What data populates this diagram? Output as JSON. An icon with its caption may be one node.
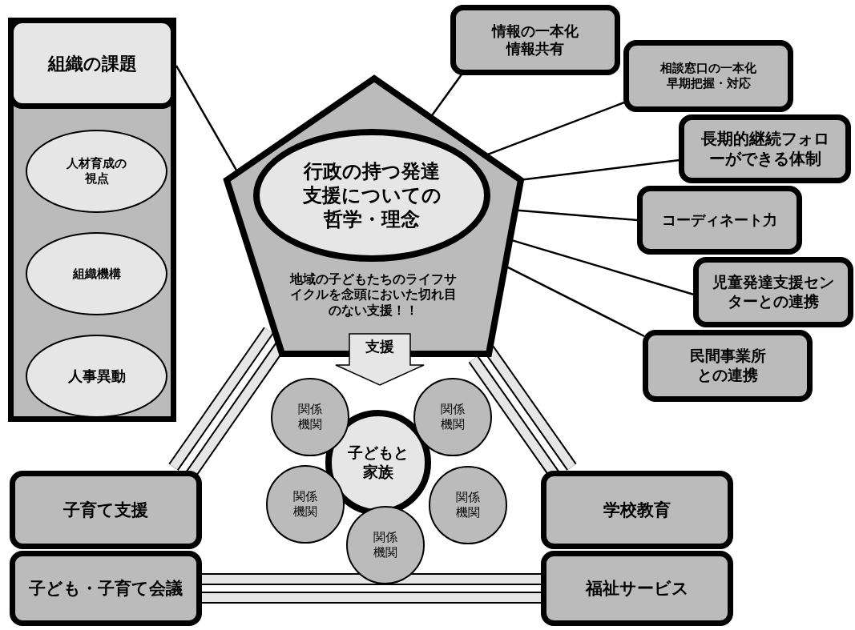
{
  "diagram": {
    "nodes": [
      {
        "text": [
          "組織の課題"
        ]
      },
      {
        "text": [
          "人材育成の視点"
        ],
        "in": 0
      },
      {
        "text": [
          "組織機構"
        ],
        "in": 0
      },
      {
        "text": [
          "人事異動"
        ],
        "in": 0
      },
      {
        "text": [
          "地域の子どもたちのライフサイクルを念頭においた切れ目のない支援！！"
        ]
      },
      {
        "text": [
          "行政の持つ発達支援についての哲学・理念"
        ],
        "in": 4
      },
      {
        "text": [
          "情報の一本化情報共有"
        ]
      },
      {
        "text": [
          "相談窓口の一本化早期把握・対応"
        ]
      },
      {
        "text": [
          "長期的継続フォローができる体制"
        ]
      },
      {
        "text": [
          "コーディネート力"
        ]
      },
      {
        "text": [
          "児童発達支援センターとの連携"
        ]
      },
      {
        "text": [
          "民間事業所との連携"
        ]
      },
      {
        "text": [
          "支援"
        ]
      },
      {
        "text": [
          "子どもと家族"
        ]
      },
      {
        "text": [
          "関係機関"
        ]
      },
      {
        "text": [
          "関係機関"
        ]
      },
      {
        "text": [
          "関係機関"
        ]
      },
      {
        "text": [
          "関係機関"
        ]
      },
      {
        "text": [
          "関係機関"
        ]
      },
      {
        "text": [
          "子育て支援"
        ]
      },
      {
        "text": [
          "学校教育"
        ]
      },
      {
        "text": [
          "子ども・子育て会議"
        ]
      },
      {
        "text": [
          "福祉サービス"
        ]
      }
    ],
    "edges": [
      {
        "from": 4,
        "to": 0,
        "arrow": "none"
      },
      {
        "from": 4,
        "to": 6,
        "arrow": "none"
      },
      {
        "from": 4,
        "to": 7,
        "arrow": "none"
      },
      {
        "from": 4,
        "to": 8,
        "arrow": "none"
      },
      {
        "from": 4,
        "to": 9,
        "arrow": "none"
      },
      {
        "from": 4,
        "to": 10,
        "arrow": "none"
      },
      {
        "from": 4,
        "to": 11,
        "arrow": "none"
      },
      {
        "from": 4,
        "to": 19,
        "arrow": "none",
        "style": "thick"
      },
      {
        "from": 4,
        "to": 20,
        "arrow": "none",
        "style": "thick"
      },
      {
        "from": 21,
        "to": 22,
        "arrow": "none",
        "style": "thick"
      }
    ]
  }
}
